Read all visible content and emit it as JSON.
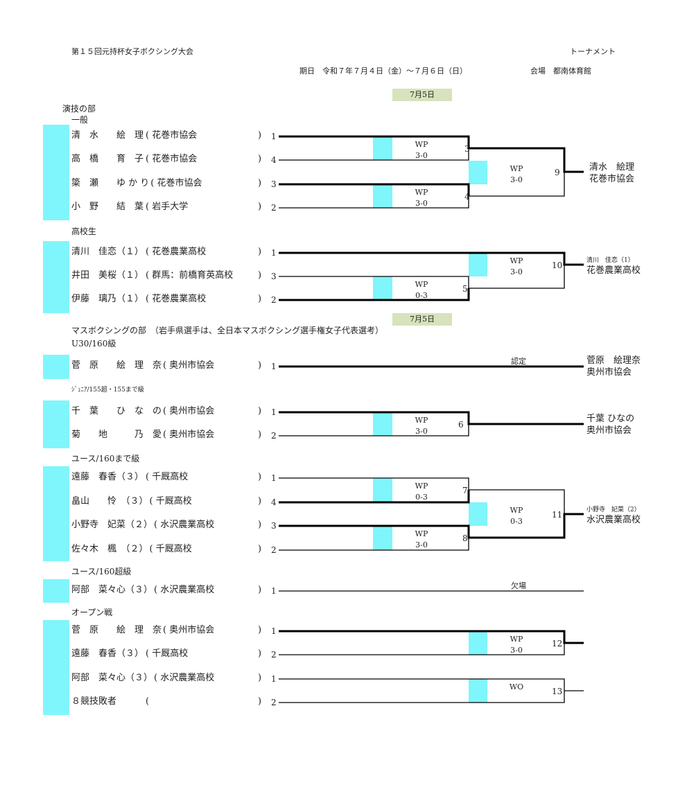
{
  "header": {
    "title": "第１５回元持杯女子ボクシング大会",
    "type": "トーナメント",
    "dates": "期日　令和７年７月４日（金）～７月６日（日）",
    "venue": "会場　都南体育館",
    "day1": "7月5日",
    "day2": "7月5日"
  },
  "sections": {
    "enggi": {
      "title": "演技の部",
      "sub": "一般",
      "entries": [
        {
          "name": "清　水　　絵　理",
          "club": "( 花巻市協会",
          "close": ")",
          "seed": "1"
        },
        {
          "name": "高　橋　　育　子",
          "club": "( 花巻市協会",
          "close": ")",
          "seed": "4"
        },
        {
          "name": "簗　瀬　　ゆ か り",
          "club": "( 花巻市協会",
          "close": ")",
          "seed": "3"
        },
        {
          "name": "小　野　　結　葉",
          "club": "( 岩手大学",
          "close": ")",
          "seed": "2"
        }
      ],
      "bouts": [
        {
          "no": "3",
          "method": "WP",
          "score": "3-0"
        },
        {
          "no": "4",
          "method": "WP",
          "score": "3-0"
        },
        {
          "no": "9",
          "method": "WP",
          "score": "3-0"
        }
      ],
      "winner": {
        "name": "清水　絵理",
        "club": "花巻市協会"
      }
    },
    "koukou": {
      "title": "高校生",
      "entries": [
        {
          "name": "清川　佳恋（１）",
          "club": "( 花巻農業高校",
          "close": ")",
          "seed": "1"
        },
        {
          "name": "井田　美桜（１）",
          "club": "( 群馬：前橋育英高校",
          "close": ")",
          "seed": "3"
        },
        {
          "name": "伊藤　璃乃（１）",
          "club": "( 花巻農業高校",
          "close": ")",
          "seed": "2"
        }
      ],
      "bouts": [
        {
          "no": "5",
          "method": "WP",
          "score": "0-3"
        },
        {
          "no": "10",
          "method": "WP",
          "score": "3-0"
        }
      ],
      "winner": {
        "name": "清川　佳恋（1）",
        "club": "花巻農業高校"
      }
    },
    "mass": {
      "title": "マスボクシングの部　（岩手県選手は、全日本マスボクシング選手権女子代表選考）"
    },
    "u30": {
      "title": "U30/160級",
      "entries": [
        {
          "name": "菅　原　　絵　理　奈",
          "club": "( 奥州市協会",
          "close": ")",
          "seed": "1"
        }
      ],
      "result": "認定",
      "winner": {
        "name": "菅原　絵理奈",
        "club": "奥州市協会"
      }
    },
    "junior": {
      "title": "ｼﾞｭﾆｱ/155超・155まで級",
      "entries": [
        {
          "name": "千　葉　　ひ　な　の",
          "club": "( 奥州市協会",
          "close": ")",
          "seed": "1"
        },
        {
          "name": "菊　　地　　　乃　愛",
          "club": "( 奥州市協会",
          "close": ")",
          "seed": "2"
        }
      ],
      "bouts": [
        {
          "no": "6",
          "method": "WP",
          "score": "3-0"
        }
      ],
      "winner": {
        "name": "千葉 ひなの",
        "club": "奥州市協会"
      }
    },
    "youth160": {
      "title": "ユース/160まで級",
      "entries": [
        {
          "name": "遠藤　春香（３）",
          "club": "( 千厩高校",
          "close": ")",
          "seed": "1"
        },
        {
          "name": "畠山　　怜　（３）",
          "club": "( 千厩高校",
          "close": ")",
          "seed": "4"
        },
        {
          "name": "小野寺　妃菜（２）",
          "club": "( 水沢農業高校",
          "close": ")",
          "seed": "3"
        },
        {
          "name": "佐々木　楓　（２）",
          "club": "( 千厩高校",
          "close": ")",
          "seed": "2"
        }
      ],
      "bouts": [
        {
          "no": "7",
          "method": "WP",
          "score": "0-3"
        },
        {
          "no": "8",
          "method": "WP",
          "score": "3-0"
        },
        {
          "no": "11",
          "method": "WP",
          "score": "0-3"
        }
      ],
      "winner": {
        "name": "小野寺　妃菜（2）",
        "club": "水沢農業高校"
      }
    },
    "youthover": {
      "title": "ユース/160超級",
      "entries": [
        {
          "name": "阿部　菜々心（３）",
          "club": "( 水沢農業高校",
          "close": ")",
          "seed": "1"
        }
      ],
      "result": "欠場"
    },
    "open": {
      "title": "オープン戦",
      "entries": [
        {
          "name": "菅　原　　絵　理　奈",
          "club": "( 奥州市協会",
          "close": ")",
          "seed": "1"
        },
        {
          "name": "遠藤　春香（３）",
          "club": "( 千厩高校",
          "close": ")",
          "seed": "2"
        },
        {
          "name": "阿部　菜々心（３）",
          "club": "( 水沢農業高校",
          "close": ")",
          "seed": "1"
        },
        {
          "name": "８競技敗者",
          "club": "(",
          "close": ")",
          "seed": "2"
        }
      ],
      "bouts": [
        {
          "no": "12",
          "method": "WP",
          "score": "3-0"
        },
        {
          "no": "13",
          "method": "WO",
          "score": ""
        }
      ]
    }
  }
}
